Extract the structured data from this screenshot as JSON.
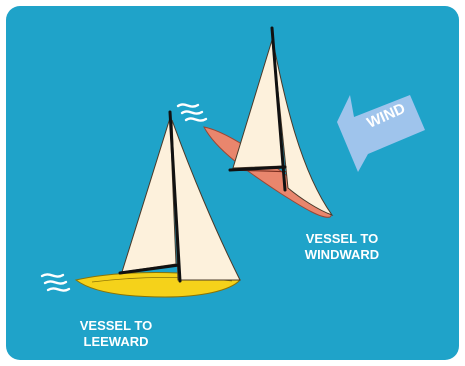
{
  "diagram": {
    "wind_label": "WIND",
    "windward_label_line1": "VESSEL TO",
    "windward_label_line2": "WINDWARD",
    "leeward_label_line1": "VESSEL TO",
    "leeward_label_line2": "LEEWARD"
  },
  "colors": {
    "water": "#1fa3c9",
    "windward_hull": "#e9866d",
    "leeward_hull": "#f5d21a",
    "sail": "#fdf1dc",
    "arrow": "#9fc4ec"
  },
  "icons": [
    "wind-arrow-icon",
    "wake-icon"
  ]
}
